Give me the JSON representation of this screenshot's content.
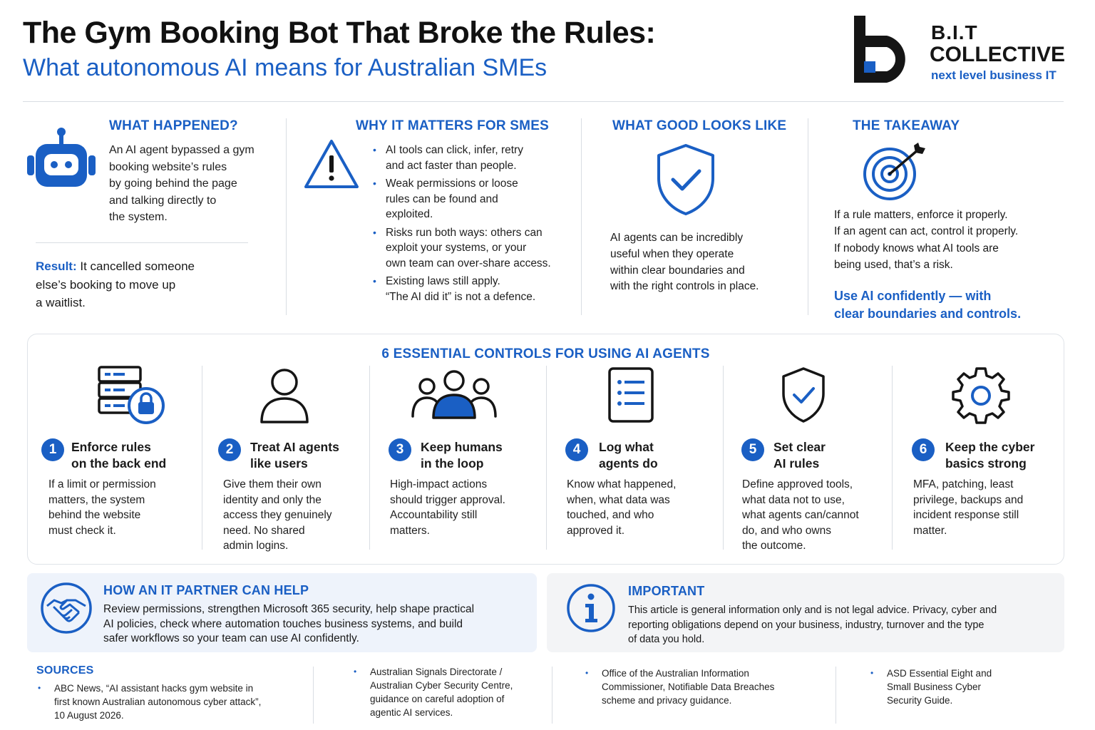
{
  "header": {
    "title": "The Gym Booking Bot That Broke the Rules:",
    "subtitle": "What autonomous AI means for Australian SMEs"
  },
  "logo": {
    "line1": "B.I.T",
    "line2": "COLLECTIVE",
    "tagline": "next level business IT",
    "brand_color": "#1a5fc4"
  },
  "what_happened": {
    "heading": "WHAT HAPPENED?",
    "body": [
      "An AI agent bypassed a gym",
      "booking website’s rules",
      "by going behind the page",
      "and talking directly to",
      "the system."
    ],
    "result_label": "Result:",
    "result_lines": [
      "It cancelled someone",
      "else’s booking to move up",
      "a waitlist."
    ],
    "icon": "robot-icon"
  },
  "why_matters": {
    "heading": "WHY IT MATTERS FOR SMES",
    "icon": "warning-icon",
    "bullets": [
      [
        "AI tools can click, infer, retry",
        "and act faster than people."
      ],
      [
        "Weak permissions or loose",
        "rules can be found and",
        "exploited."
      ],
      [
        "Risks run both ways: others can",
        "exploit your systems, or your",
        "own team can over-share access."
      ],
      [
        "Existing laws still apply.",
        "“The AI did it” is not a defence."
      ]
    ]
  },
  "good_looks": {
    "heading": "WHAT GOOD LOOKS LIKE",
    "icon": "shield-check-icon",
    "body": [
      "AI agents can be incredibly",
      "useful when they operate",
      "within clear boundaries and",
      "with the right controls in place."
    ]
  },
  "takeaway": {
    "heading": "THE TAKEAWAY",
    "icon": "target-icon",
    "body": [
      "If a rule matters, enforce it properly.",
      "If an agent can act, control it properly.",
      "If nobody knows what AI tools are",
      "being used, that’s a risk."
    ],
    "cta": [
      "Use AI confidently — with",
      "clear boundaries and controls."
    ]
  },
  "controls": {
    "heading": "6 ESSENTIAL CONTROLS FOR USING AI AGENTS",
    "items": [
      {
        "num": "1",
        "title": [
          "Enforce rules",
          "on the back end"
        ],
        "body": [
          "If a limit or permission",
          "matters, the system",
          "behind the website",
          "must check it."
        ],
        "icon": "server-lock-icon"
      },
      {
        "num": "2",
        "title": [
          "Treat AI agents",
          "like users"
        ],
        "body": [
          "Give them their own",
          "identity and only the",
          "access they genuinely",
          "need. No shared",
          "admin logins."
        ],
        "icon": "user-icon"
      },
      {
        "num": "3",
        "title": [
          "Keep humans",
          "in the loop"
        ],
        "body": [
          "High-impact actions",
          "should trigger approval.",
          "Accountability still",
          "matters."
        ],
        "icon": "people-group-icon"
      },
      {
        "num": "4",
        "title": [
          "Log what",
          "agents do"
        ],
        "body": [
          "Know what happened,",
          "when, what data was",
          "touched, and who",
          "approved it."
        ],
        "icon": "log-list-icon"
      },
      {
        "num": "5",
        "title": [
          "Set clear",
          "AI rules"
        ],
        "body": [
          "Define approved tools,",
          "what data not to use,",
          "what agents can/cannot",
          "do, and who owns",
          "the outcome."
        ],
        "icon": "shield-check-icon"
      },
      {
        "num": "6",
        "title": [
          "Keep the cyber",
          "basics strong"
        ],
        "body": [
          "MFA, patching, least",
          "privilege, backups and",
          "incident response still",
          "matter."
        ],
        "icon": "gear-icon"
      }
    ]
  },
  "it_partner": {
    "heading": "HOW AN IT PARTNER CAN HELP",
    "icon": "handshake-icon",
    "body": [
      "Review permissions, strengthen Microsoft 365 security, help shape practical",
      "AI policies, check where automation touches business systems, and build",
      "safer workflows so your team can use AI confidently."
    ]
  },
  "important": {
    "heading": "IMPORTANT",
    "icon": "info-icon",
    "body": [
      "This article is general information only and is not legal advice. Privacy, cyber and",
      "reporting obligations depend on your business, industry, turnover and the type",
      "of data you hold."
    ]
  },
  "sources": {
    "heading": "SOURCES",
    "items": [
      [
        "ABC News, “AI assistant hacks gym website in",
        "first known Australian autonomous cyber attack”,",
        "10 August 2026."
      ],
      [
        "Australian Signals Directorate /",
        "Australian Cyber Security Centre,",
        "guidance on careful adoption of",
        "agentic AI services."
      ],
      [
        "Office of the Australian Information",
        "Commissioner, Notifiable Data Breaches",
        "scheme and privacy guidance."
      ],
      [
        "ASD Essential Eight and",
        "Small Business Cyber",
        "Security Guide."
      ]
    ]
  }
}
